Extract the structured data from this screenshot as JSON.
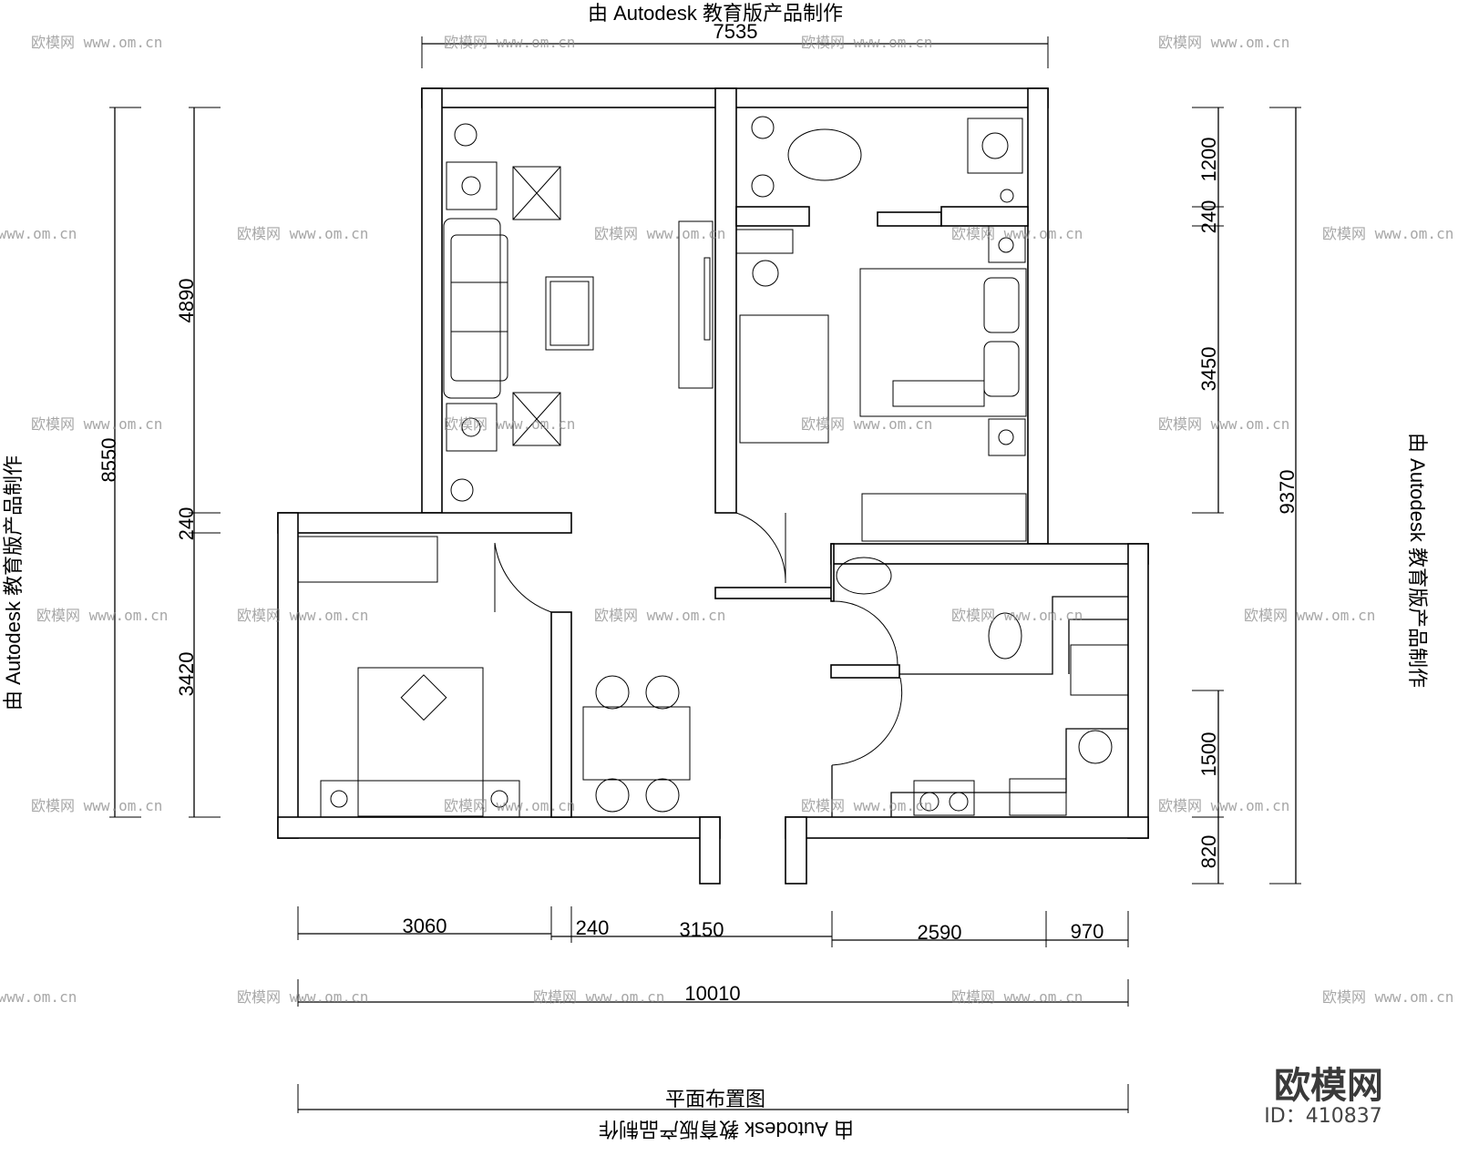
{
  "header": {
    "credit": "由 Autodesk 教育版产品制作"
  },
  "watermark": "欧模网  www.om.cn",
  "dimensions": {
    "top_total": "7535",
    "left_total": "8550",
    "left": [
      "4890",
      "240",
      "3420"
    ],
    "right": [
      "1200",
      "240",
      "3450",
      "1500",
      "820"
    ],
    "right_total": "9370",
    "bottom": [
      "3060",
      "240",
      "3150",
      "2590",
      "970"
    ],
    "bottom_total": "10010"
  },
  "drawing_title": "平面布置图",
  "side_credit_left": "由 Autodesk 教育版产品制作",
  "side_credit_right": "由 Autodesk 教育版产品制作",
  "bottom_credit": "由 Autodesk 教育版产品制作",
  "brand": {
    "logo": "欧模网",
    "id": "ID：410837"
  }
}
